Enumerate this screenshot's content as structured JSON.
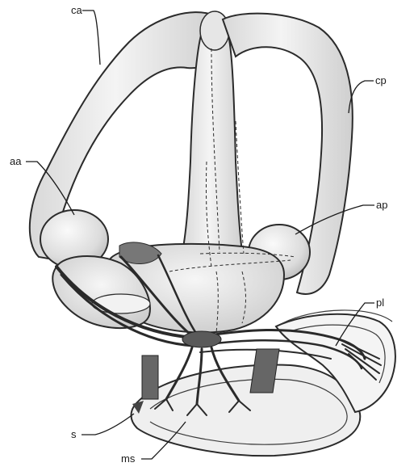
{
  "labels": {
    "ca": "ca",
    "cp": "cp",
    "aa": "aa",
    "ap": "ap",
    "pl": "pl",
    "s": "s",
    "ms": "ms"
  },
  "colors": {
    "canal_fill": "#eeeeee",
    "canal_shade": "#cfcfcf",
    "ink": "#2b2b2b",
    "nerve_dark": "#4a4a4a"
  }
}
